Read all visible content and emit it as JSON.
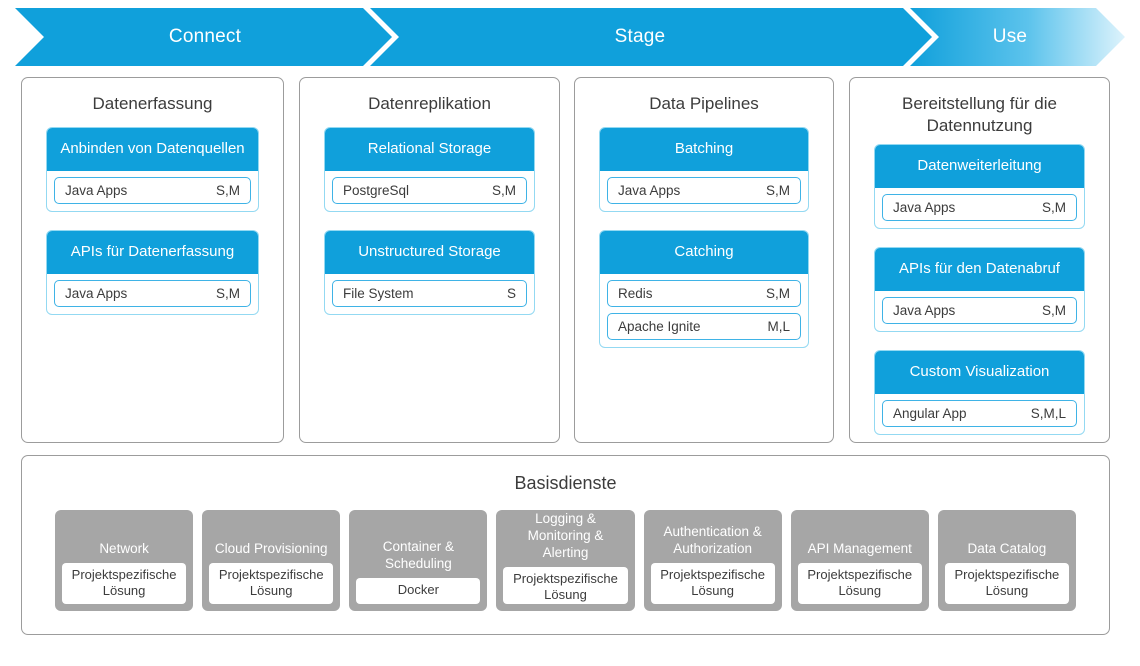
{
  "theme": {
    "accent_blue": "#10a0db",
    "item_border_blue": "#3fb3e6",
    "group_border_blue": "#93d9f2",
    "panel_border_gray": "#9c9c9c",
    "service_card_gray": "#a6a6a6",
    "text_dark": "#3c3c3c",
    "text_light": "#ffffff"
  },
  "banner": {
    "phases": [
      {
        "label": "Connect"
      },
      {
        "label": "Stage"
      },
      {
        "label": "Use"
      }
    ]
  },
  "columns": [
    {
      "title": "Datenerfassung",
      "groups": [
        {
          "header": "Anbinden von Datenquellen",
          "items": [
            {
              "name": "Java Apps",
              "size": "S,M"
            }
          ]
        },
        {
          "header": "APIs für Datenerfassung",
          "items": [
            {
              "name": "Java Apps",
              "size": "S,M"
            }
          ]
        }
      ]
    },
    {
      "title": "Datenreplikation",
      "groups": [
        {
          "header": "Relational Storage",
          "items": [
            {
              "name": "PostgreSql",
              "size": "S,M"
            }
          ]
        },
        {
          "header": "Unstructured Storage",
          "items": [
            {
              "name": "File System",
              "size": "S"
            }
          ]
        }
      ]
    },
    {
      "title": "Data Pipelines",
      "groups": [
        {
          "header": "Batching",
          "items": [
            {
              "name": "Java Apps",
              "size": "S,M"
            }
          ]
        },
        {
          "header": "Catching",
          "items": [
            {
              "name": "Redis",
              "size": "S,M"
            },
            {
              "name": "Apache Ignite",
              "size": "M,L"
            }
          ]
        }
      ]
    },
    {
      "title": "Bereitstellung für die Datennutzung",
      "groups": [
        {
          "header": "Datenweiterleitung",
          "items": [
            {
              "name": "Java Apps",
              "size": "S,M"
            }
          ]
        },
        {
          "header": "APIs für den Datenabruf",
          "items": [
            {
              "name": "Java Apps",
              "size": "S,M"
            }
          ]
        },
        {
          "header": "Custom Visualization",
          "items": [
            {
              "name": "Angular App",
              "size": "S,M,L"
            }
          ]
        }
      ]
    }
  ],
  "base_services": {
    "title": "Basisdienste",
    "cards": [
      {
        "title": "Network",
        "value": "Projektspezifische Lösung"
      },
      {
        "title": "Cloud Provisioning",
        "value": "Projektspezifische Lösung"
      },
      {
        "title": "Container & Scheduling",
        "value": "Docker"
      },
      {
        "title": "Logging & Monitoring & Alerting",
        "value": "Projektspezifische Lösung"
      },
      {
        "title": "Authentication & Authorization",
        "value": "Projektspezifische Lösung"
      },
      {
        "title": "API Management",
        "value": "Projektspezifische Lösung"
      },
      {
        "title": "Data Catalog",
        "value": "Projektspezifische Lösung"
      }
    ]
  }
}
